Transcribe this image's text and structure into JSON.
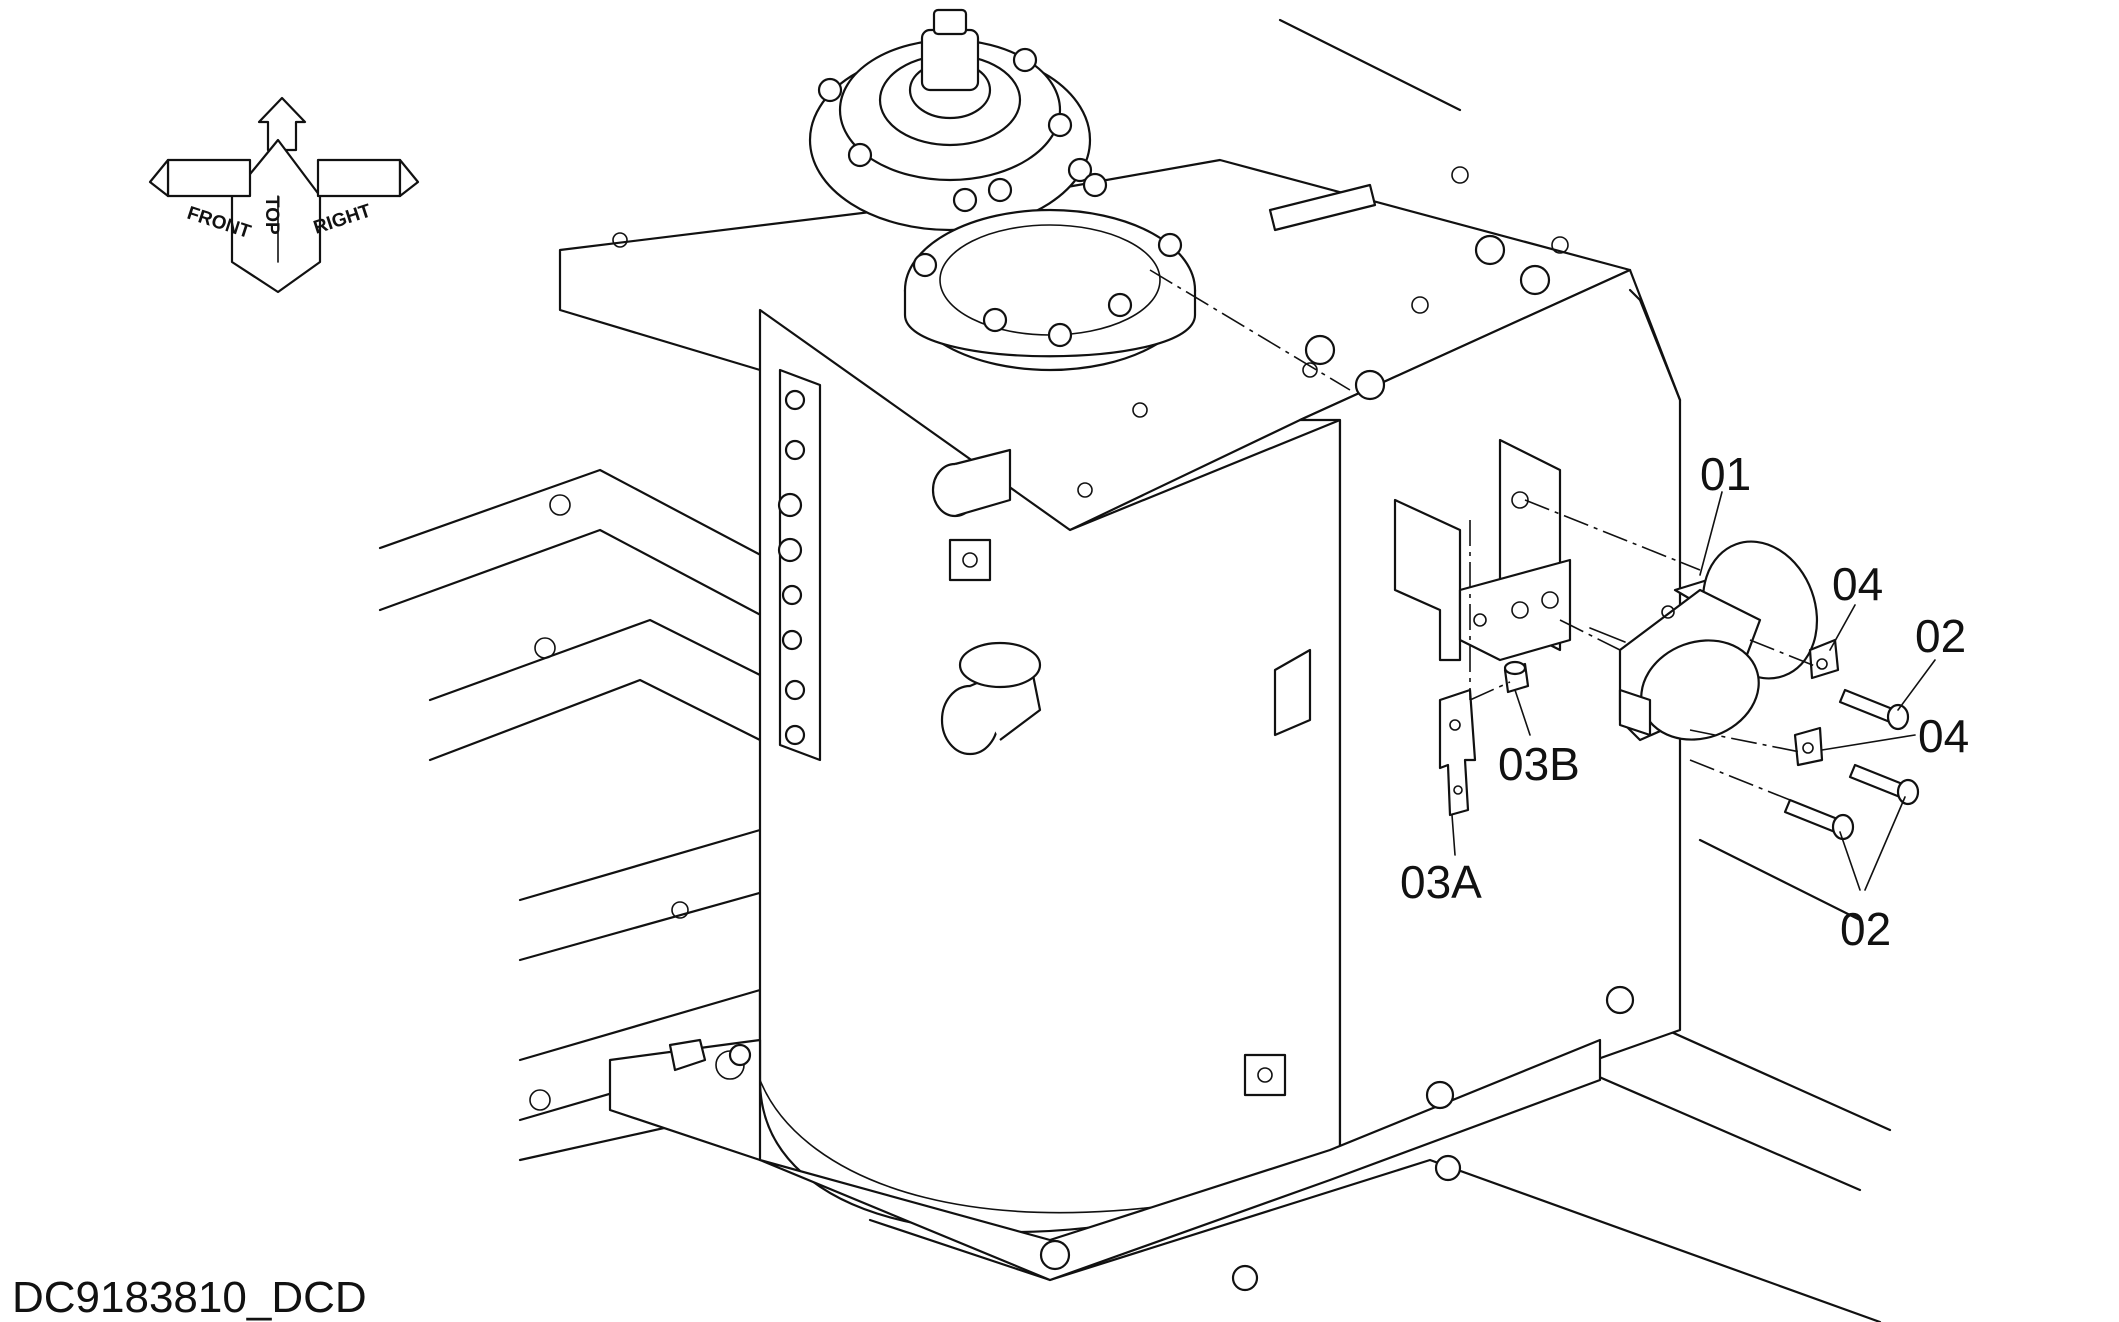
{
  "orientation_indicator": {
    "front_label": "FRONT",
    "top_label": "TOP",
    "right_label": "RIGHT"
  },
  "callouts": {
    "part_01": "01",
    "part_02_upper": "02",
    "part_02_lower": "02",
    "part_03A": "03A",
    "part_03B": "03B",
    "part_04_upper": "04",
    "part_04_lower": "04"
  },
  "drawing_code": "DC9183810_DCD"
}
